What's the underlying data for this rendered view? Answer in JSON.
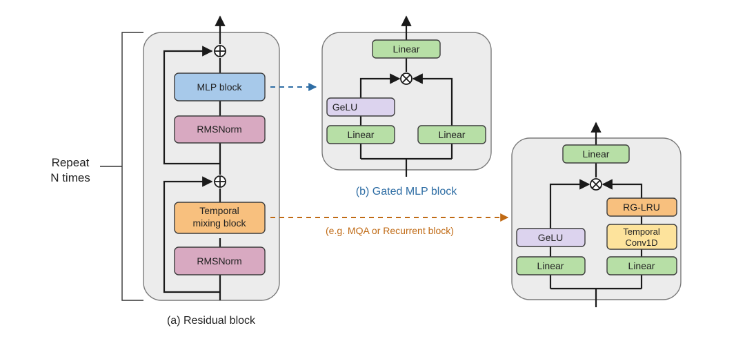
{
  "repeat": {
    "line1": "Repeat",
    "line2": "N times"
  },
  "residual": {
    "caption": "(a) Residual block",
    "mlp_block": "MLP block",
    "rmsnorm_top": "RMSNorm",
    "temporal_line1": "Temporal",
    "temporal_line2": "mixing block",
    "rmsnorm_bottom": "RMSNorm"
  },
  "gated_mlp": {
    "caption": "(b) Gated MLP block",
    "linear_top": "Linear",
    "gelu": "GeLU",
    "linear_left": "Linear",
    "linear_right": "Linear"
  },
  "recurrent": {
    "linear_top": "Linear",
    "rglru": "RG-LRU",
    "conv_line1": "Temporal",
    "conv_line2": "Conv1D",
    "gelu": "GeLU",
    "linear_left": "Linear",
    "linear_right": "Linear"
  },
  "note": "(e.g. MQA or Recurrent block)",
  "colors": {
    "caption_blue": "#2e6da4",
    "note_orange": "#c06a14",
    "arrow_blue": "#2e6da4",
    "arrow_orange": "#c06a14",
    "linear_green": "#b7dfa6",
    "mlp_blue": "#a7c9ea",
    "rmsnorm_pink": "#d8a9c1",
    "temporal_orange": "#f8c07e",
    "conv_yellow": "#fde39c",
    "gelu_lavender": "#dcd3ee"
  }
}
